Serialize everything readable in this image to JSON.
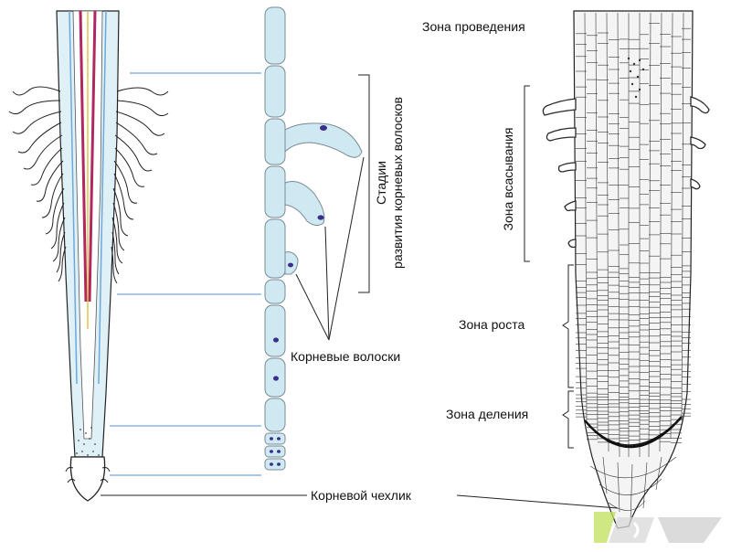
{
  "labels": {
    "conduction_zone": "Зона проведения",
    "absorption_zone": "Зона всасывания",
    "growth_zone": "Зона роста",
    "division_zone": "Зона деления",
    "stages_line1": "Стадии",
    "stages_line2": "развития корневых волосков",
    "root_hairs": "Корневые волоски",
    "root_cap": "Корневой чехлик"
  },
  "colors": {
    "line": "#222222",
    "guide_blue": "#8fb4e6",
    "cell_fill": "#cfe9f3",
    "cell_stroke": "#7a8a95",
    "vessel_red": "#b02860",
    "nucleus": "#3a2f8f",
    "root_fill": "#dff1f7"
  }
}
